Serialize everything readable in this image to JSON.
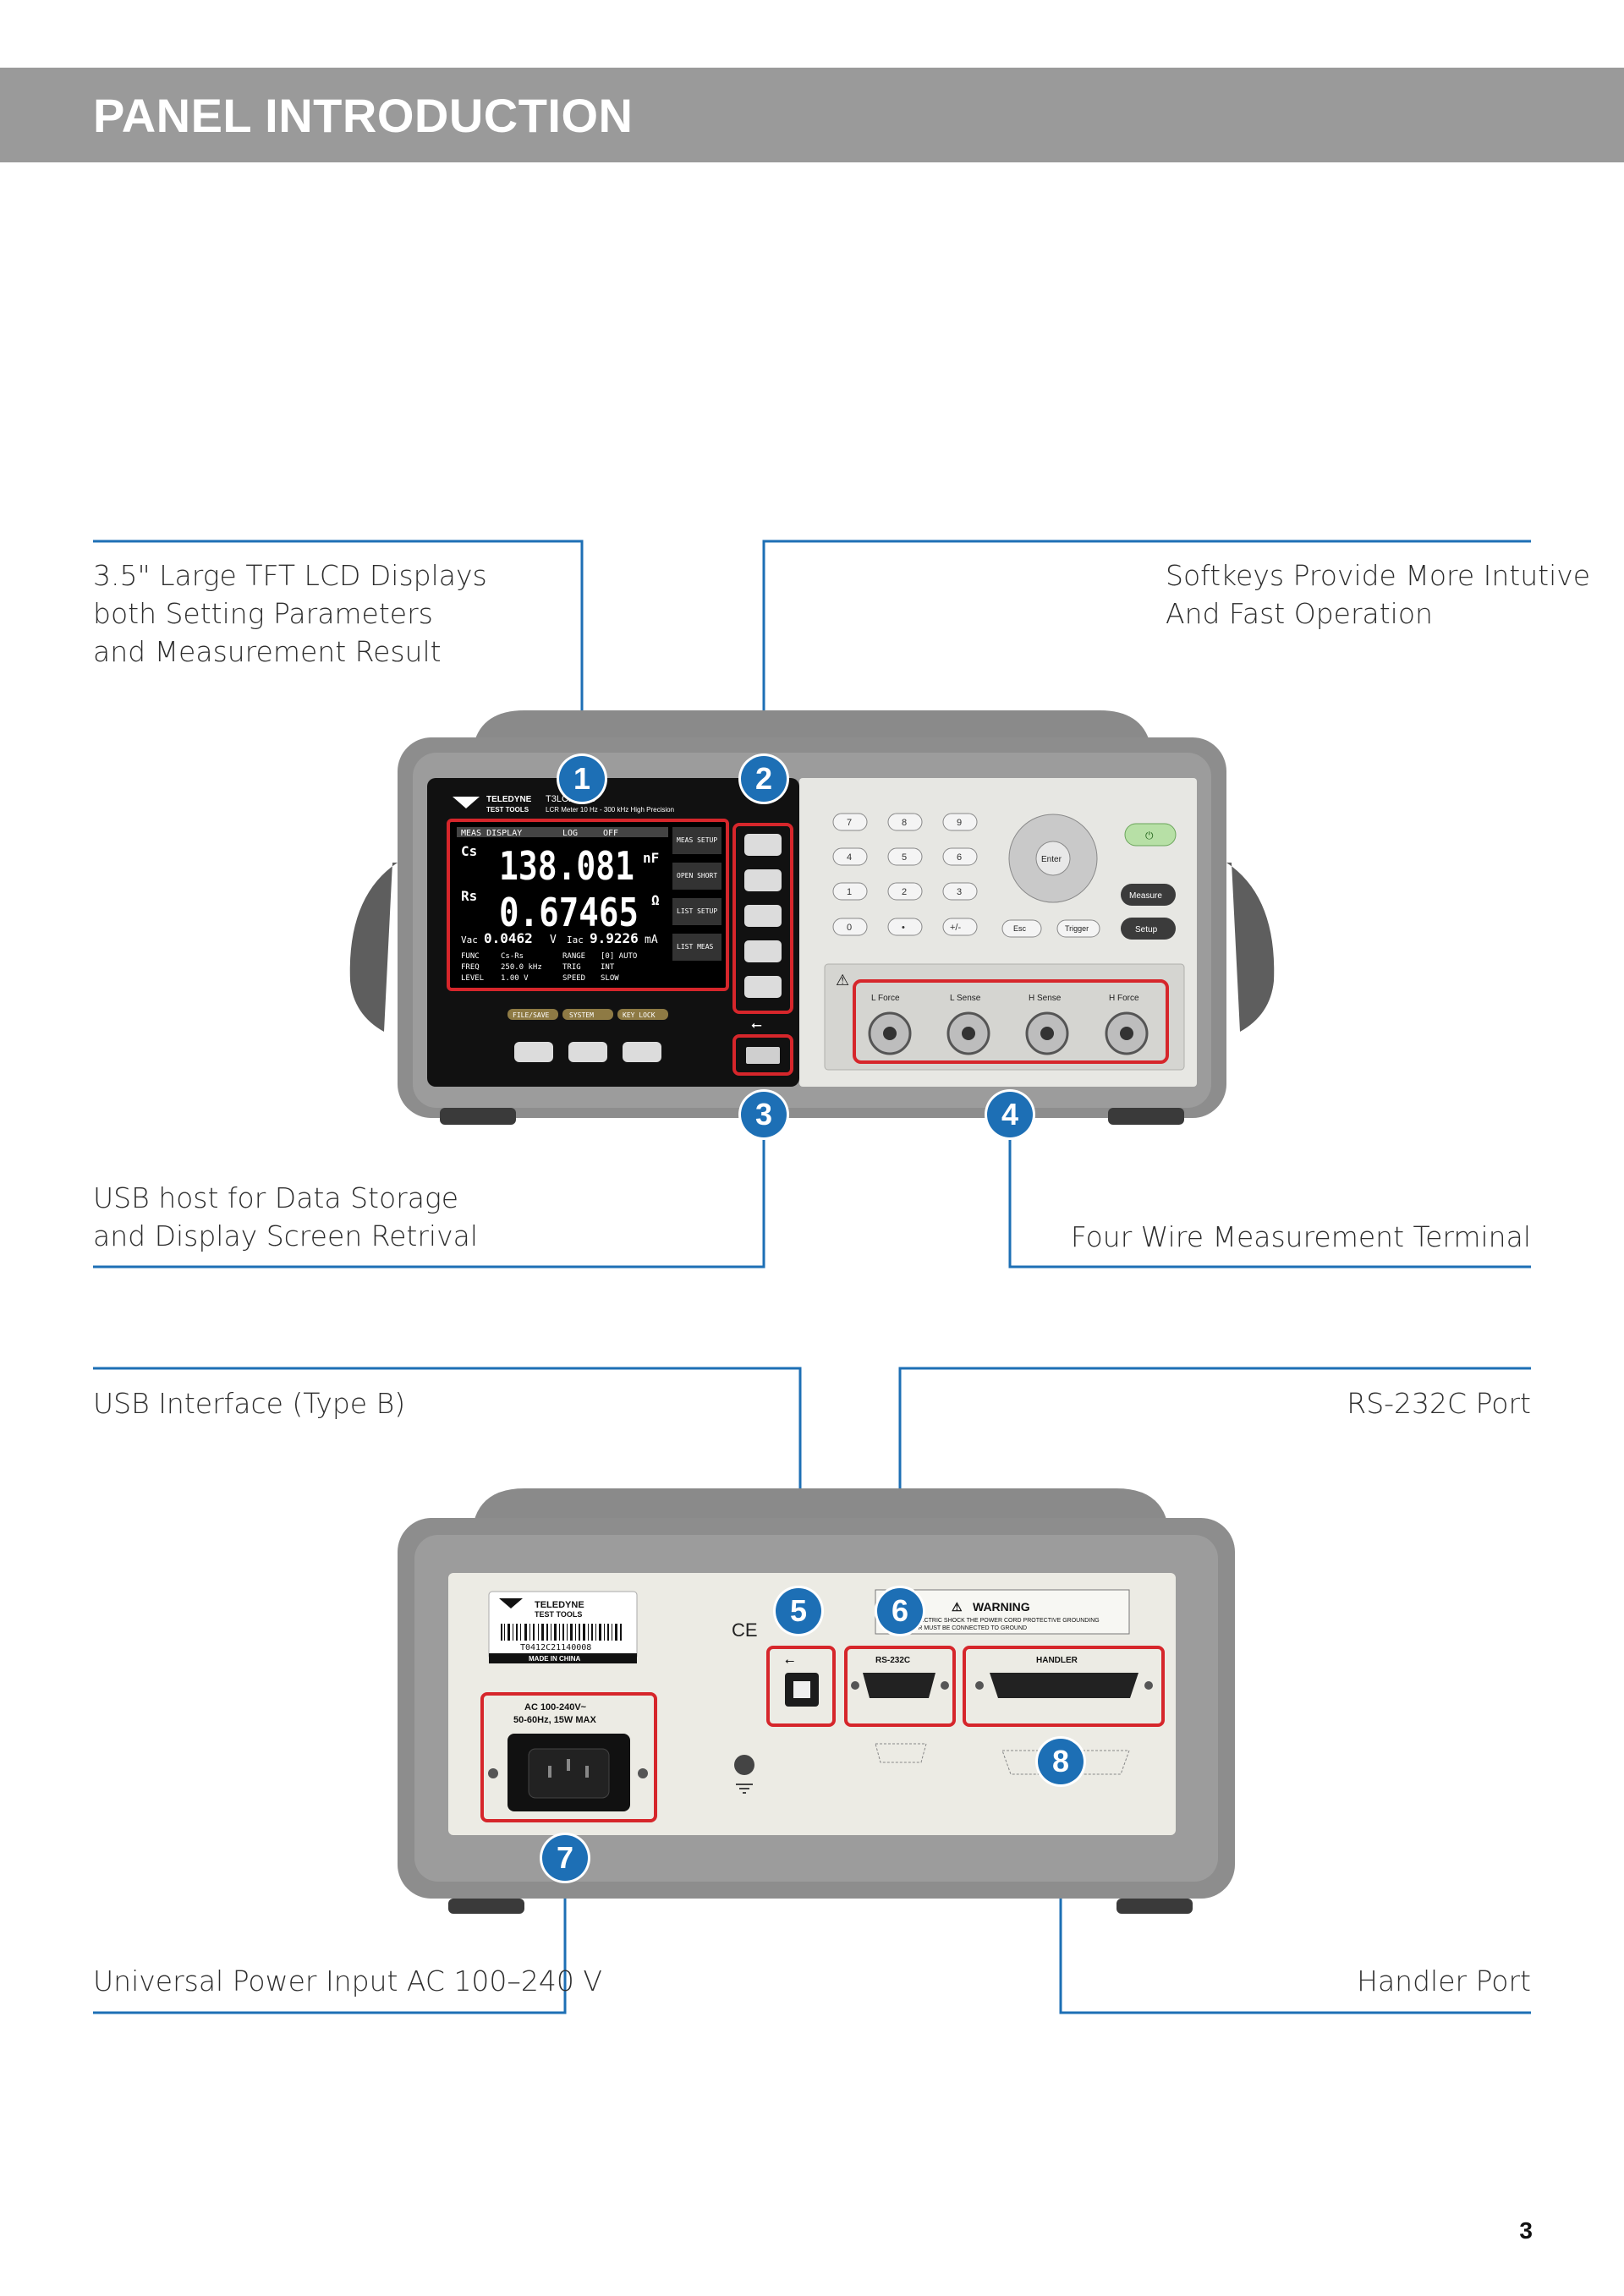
{
  "header": {
    "title": "PANEL INTRODUCTION"
  },
  "front_panel": {
    "callouts": [
      {
        "number": "1",
        "lines": [
          "3.5\" Large TFT LCD Displays",
          "both Setting Parameters",
          "and Measurement Result"
        ]
      },
      {
        "number": "2",
        "lines": [
          "Softkeys Provide More Intutive",
          "And Fast Operation"
        ]
      },
      {
        "number": "3",
        "lines": [
          "USB host for Data Storage",
          "and Display Screen Retrival"
        ]
      },
      {
        "number": "4",
        "lines": [
          "Four Wire Measurement Terminal"
        ]
      }
    ],
    "device": {
      "brand": [
        "TELEDYNE",
        "TEST TOOLS"
      ],
      "model": "T3LCR1000",
      "model_desc": "LCR Meter  10 Hz - 300 kHz  High Precision",
      "screen": {
        "tabs": [
          "MEAS DISPLAY",
          "LOG",
          "OFF"
        ],
        "primary_label": "Cs",
        "primary_value": "138.081",
        "primary_unit": "nF",
        "secondary_label": "Rs",
        "secondary_value": "0.67465",
        "secondary_unit": "Ω",
        "vac_label": "Vac",
        "vac_value": "0.0462",
        "vac_unit": "V",
        "iac_label": "Iac",
        "iac_value": "9.9226",
        "iac_unit": "mA",
        "params": [
          [
            "FUNC",
            "Cs-Rs",
            "RANGE",
            "[0] AUTO"
          ],
          [
            "FREQ",
            "250.0 kHz",
            "TRIG",
            "INT"
          ],
          [
            "LEVEL",
            "1.00  V",
            "SPEED",
            "SLOW"
          ]
        ],
        "side_keys": [
          "MEAS SETUP",
          "OPEN SHORT",
          "LIST SETUP",
          "LIST MEAS"
        ],
        "bottom_keys": [
          "FILE/SAVE",
          "SYSTEM",
          "KEY LOCK"
        ]
      },
      "keypad": [
        "7",
        "8",
        "9",
        "4",
        "5",
        "6",
        "1",
        "2",
        "3",
        "0",
        "•",
        "+/-"
      ],
      "nav_center": "Enter",
      "func_keys": [
        "Esc",
        "Trigger"
      ],
      "right_keys": [
        "Measure",
        "Setup"
      ],
      "power_symbol": "⏻",
      "terminals": [
        "L Force",
        "L Sense",
        "H Sense",
        "H Force"
      ]
    }
  },
  "rear_panel": {
    "callouts": [
      {
        "number": "5",
        "lines": [
          "USB Interface (Type B)"
        ]
      },
      {
        "number": "6",
        "lines": [
          "RS-232C Port"
        ]
      },
      {
        "number": "7",
        "lines": [
          "Universal Power Input AC 100–240 V"
        ]
      },
      {
        "number": "8",
        "lines": [
          "Handler Port"
        ]
      }
    ],
    "device": {
      "brand": [
        "TELEDYNE",
        "TEST TOOLS"
      ],
      "serial": "T0412C21140008",
      "made_in": "MADE IN CHINA",
      "ce": "CE",
      "warning_title": "WARNING",
      "warning_text": [
        "TO AVOID ELECTRIC SHOCK THE POWER CORD PROTECTIVE GROUNDING",
        "CONDUCTOR MUST BE CONNECTED TO GROUND"
      ],
      "power_rating": [
        "AC 100-240V~",
        "50-60Hz, 15W MAX"
      ],
      "rs232_label": "RS-232C",
      "handler_label": "HANDLER"
    }
  },
  "page_number": "3",
  "colors": {
    "accent": "#1d6fb5",
    "highlight": "#d6262b",
    "header": "#9a9a9a"
  }
}
